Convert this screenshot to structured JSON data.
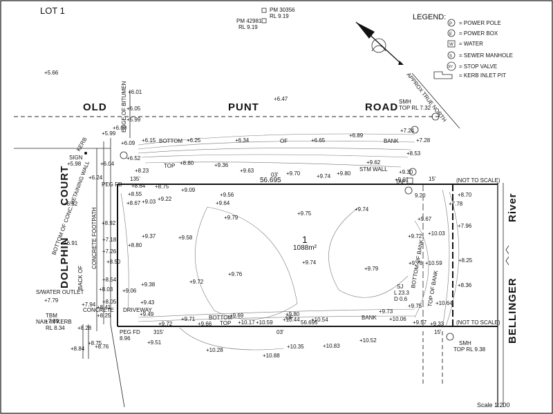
{
  "header": {
    "lot": "LOT 1",
    "scale": "Scale   1:200"
  },
  "benchmarks": [
    {
      "pm": "PM 30356",
      "rl": "RL 9.19"
    },
    {
      "pm": "PM 42981",
      "rl": "RL 9.19"
    }
  ],
  "legend": {
    "title": "LEGEND:",
    "items": [
      {
        "symbol": "P",
        "label": "= POWER POLE"
      },
      {
        "symbol": "E",
        "label": "= POWER BOX"
      },
      {
        "symbol": "W",
        "label": "= WATER"
      },
      {
        "symbol": "S",
        "label": "= SEWER MANHOLE"
      },
      {
        "symbol": "SV",
        "label": "= STOP VALVE"
      },
      {
        "symbol": "",
        "label": "= KERB INLET PIT"
      }
    ]
  },
  "north": "APPROX TRUE NORTH",
  "roads": {
    "top": [
      "OLD",
      "PUNT",
      "ROAD"
    ],
    "left": [
      "DOLPHIN",
      "COURT"
    ],
    "right": [
      "BELLINGER",
      "River"
    ]
  },
  "lot": {
    "number": "1",
    "area": "1088m²"
  },
  "boundary": {
    "top_len": "56.695",
    "top_dir": "03'",
    "top_ang": "135'",
    "bottom_len": "56.695",
    "bottom_dir": "03'",
    "bottom_ang": "315'",
    "right_top": "15'",
    "right_bottom": "15'",
    "not_to_scale": "(NOT TO SCALE)"
  },
  "labels": {
    "smh_top": "SMH",
    "smh_top_rl": "TOP RL 7.32",
    "smh_bot": "SMH",
    "smh_bot_rl": "TOP RL 9.38",
    "tap": "TAP",
    "stormwall": "STM WALL",
    "edge_bitumen": "EDGE OF BITUMEN",
    "sign": "SIGN",
    "kerb": "KERB",
    "peg_fd1": "PEG FD",
    "peg_fd2": "PEG FD",
    "retaining": "BOTTOM OF CONC. RETAINING WALL",
    "concrete_footpath": "CONCRETE FOOTPATH",
    "back_of": "BACK OF",
    "concrete": "CONCRETE",
    "driveway": "DRIVEWAY",
    "water_outlet": "S/WATER OUTLET",
    "tbm": "TBM",
    "nail": "NAIL IN KERB",
    "tbm_rl": "RL 8.34",
    "peg_rl": "8.96",
    "sj": "SJ",
    "sj_l": "L 23.3",
    "sj_d": "D 0.6",
    "top_of_bank": "TOP OF BANK",
    "bottom_of_bank": "BOTTOM OF BANK",
    "bottom": "BOTTOM",
    "of": "OF",
    "bank": "BANK",
    "top": "TOP",
    "rl_920": "9.20"
  },
  "spot_levels": [
    "5.66",
    "6.47",
    "6.01",
    "6.05",
    "5.99",
    "6.00",
    "5.99",
    "6.09",
    "6.15",
    "6.25",
    "6.34",
    "6.65",
    "6.89",
    "7.28",
    "7.24",
    "8.53",
    "6.52",
    "8.80",
    "9.36",
    "9.63",
    "9.70",
    "9.74",
    "9.80",
    "9.62",
    "9.30",
    "9.01",
    "8.23",
    "8.64",
    "8.75",
    "9.09",
    "9.56",
    "9.64",
    "9.03",
    "9.22",
    "8.55",
    "8.67",
    "9.79",
    "9.75",
    "9.74",
    "9.58",
    "9.37",
    "8.80",
    "9.38",
    "9.72",
    "9.76",
    "9.74",
    "9.79",
    "9.06",
    "9.43",
    "9.49",
    "9.71",
    "9.72",
    "9.66",
    "9.69",
    "9.80",
    "10.17",
    "10.59",
    "10.44",
    "10.54",
    "10.06",
    "9.57",
    "9.33",
    "9.73",
    "10.28",
    "10.35",
    "10.83",
    "10.88",
    "10.52",
    "9.51",
    "8.70",
    "7.78",
    "7.96",
    "8.25",
    "8.36",
    "9.67",
    "10.03",
    "9.72",
    "9.78",
    "10.59",
    "9.75",
    "10.64",
    "6.32",
    "6.91",
    "7.26",
    "7.18",
    "8.50",
    "8.92",
    "8.54",
    "8.03",
    "8.05",
    "8.25",
    "8.41",
    "7.79",
    "7.89",
    "7.94",
    "8.28",
    "8.84",
    "8.75",
    "8.76",
    "5.98",
    "6.24",
    "6.04"
  ]
}
